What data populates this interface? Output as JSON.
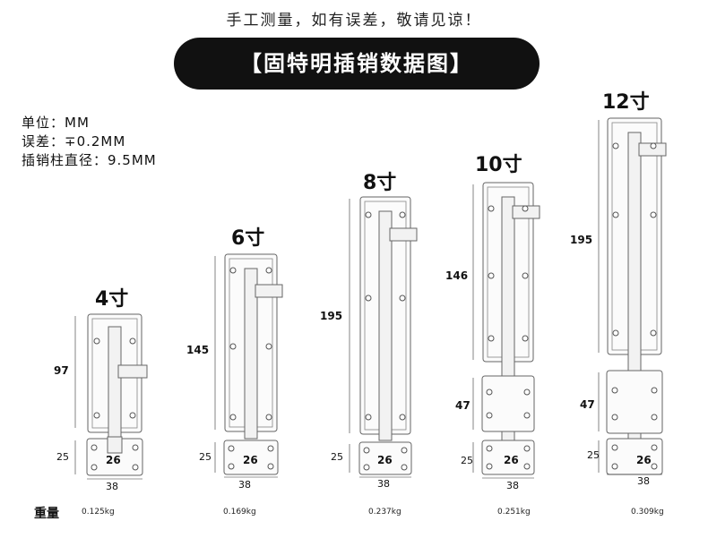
{
  "header": {
    "note": "手工测量，如有误差，敬请见谅！",
    "title": "【固特明插销数据图】"
  },
  "specs": {
    "unit": "单位：MM",
    "tolerance": "误差：∓0.2MM",
    "pin_diameter": "插销柱直径：9.5MM"
  },
  "weight_label": "重量",
  "products": [
    {
      "size": "4寸",
      "height": "97",
      "base_height": "25",
      "base_inner": "26",
      "width": "38",
      "weight": "0.125kg"
    },
    {
      "size": "6寸",
      "height": "145",
      "base_height": "25",
      "base_inner": "26",
      "width": "38",
      "weight": "0.169kg"
    },
    {
      "size": "8寸",
      "height": "195",
      "base_height": "25",
      "base_inner": "26",
      "width": "38",
      "weight": "0.237kg"
    },
    {
      "size": "10寸",
      "height": "146",
      "mid_height": "47",
      "base_height": "25",
      "base_inner": "26",
      "width": "38",
      "weight": "0.251kg"
    },
    {
      "size": "12寸",
      "height": "195",
      "mid_height": "47",
      "base_height": "25",
      "base_inner": "26",
      "width": "38",
      "weight": "0.309kg"
    }
  ],
  "colors": {
    "banner_bg": "#111111",
    "banner_text": "#ffffff"
  }
}
